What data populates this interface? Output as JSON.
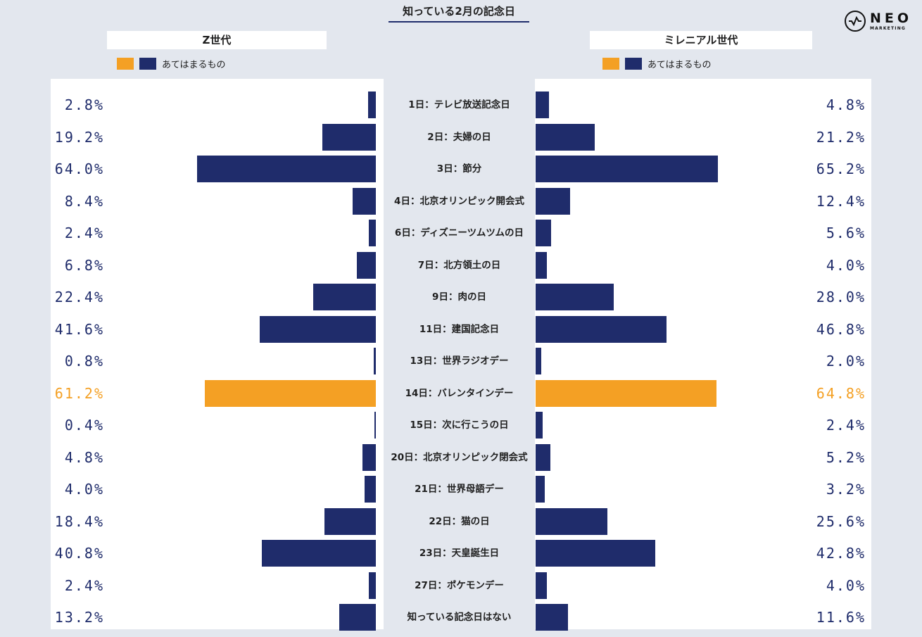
{
  "title": "知っている2月の記念日",
  "logo": {
    "main": "NEO",
    "sub": "MARKETING"
  },
  "left": {
    "header": "Z世代",
    "legend_label": "あてはまるもの"
  },
  "right": {
    "header": "ミレニアル世代",
    "legend_label": "あてはまるもの"
  },
  "colors": {
    "navy": "#1f2c6b",
    "orange": "#f4a024",
    "background": "#e3e7ee"
  },
  "chart_data": {
    "type": "bar",
    "orientation": "horizontal-butterfly",
    "xlim": [
      0,
      70
    ],
    "categories": [
      "1日：テレビ放送記念日",
      "2日：夫婦の日",
      "3日：節分",
      "4日：北京オリンピック開会式",
      "6日：ディズニーツムツムの日",
      "7日：北方領土の日",
      "9日：肉の日",
      "11日：建国記念日",
      "13日：世界ラジオデー",
      "14日：バレンタインデー",
      "15日：次に行こうの日",
      "20日：北京オリンピック閉会式",
      "21日：世界母語デー",
      "22日：猫の日",
      "23日：天皇誕生日",
      "27日：ポケモンデー",
      "知っている記念日はない"
    ],
    "highlight_index": 9,
    "series": [
      {
        "name": "Z世代",
        "values": [
          2.8,
          19.2,
          64.0,
          8.4,
          2.4,
          6.8,
          22.4,
          41.6,
          0.8,
          61.2,
          0.4,
          4.8,
          4.0,
          18.4,
          40.8,
          2.4,
          13.2
        ],
        "labels": [
          "2.8%",
          "19.2%",
          "64.0%",
          "8.4%",
          "2.4%",
          "6.8%",
          "22.4%",
          "41.6%",
          "0.8%",
          "61.2%",
          "0.4%",
          "4.8%",
          "4.0%",
          "18.4%",
          "40.8%",
          "2.4%",
          "13.2%"
        ]
      },
      {
        "name": "ミレニアル世代",
        "values": [
          4.8,
          21.2,
          65.2,
          12.4,
          5.6,
          4.0,
          28.0,
          46.8,
          2.0,
          64.8,
          2.4,
          5.2,
          3.2,
          25.6,
          42.8,
          4.0,
          11.6
        ],
        "labels": [
          "4.8%",
          "21.2%",
          "65.2%",
          "12.4%",
          "5.6%",
          "4.0%",
          "28.0%",
          "46.8%",
          "2.0%",
          "64.8%",
          "2.4%",
          "5.2%",
          "3.2%",
          "25.6%",
          "42.8%",
          "4.0%",
          "11.6%"
        ]
      }
    ]
  }
}
